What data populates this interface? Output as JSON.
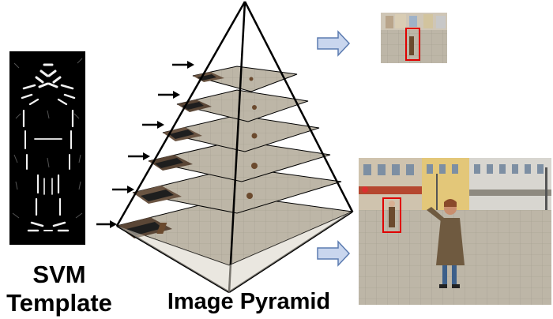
{
  "labels": {
    "svm_line1": "SVM",
    "svm_line2": "Template",
    "pyramid": "Image Pyramid"
  },
  "colors": {
    "detection_box": "#e00000",
    "arrow_fill": "#c9d6ee",
    "arrow_stroke": "#5b7bb0"
  },
  "pyramid_levels": 6,
  "icons": {
    "input_arrow": "right-arrow-icon",
    "output_arrow": "block-right-arrow-icon"
  }
}
